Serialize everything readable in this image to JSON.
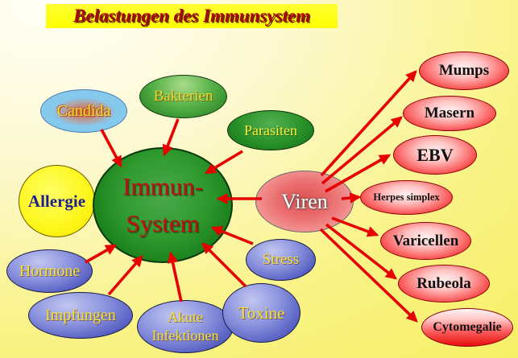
{
  "title": "Belastungen des Immunsystem",
  "center": {
    "line1": "Immun-",
    "line2": "System"
  },
  "factors": {
    "candida": "Candida",
    "bakterien": "Bakterien",
    "parasiten": "Parasiten",
    "allergie": "Allergie",
    "hormone": "Hormone",
    "impfungen": "Impfungen",
    "akute_line1": "Akute",
    "akute_line2": "Infektionen",
    "toxine": "Toxine",
    "stress": "Stress",
    "viren": "Viren"
  },
  "viruses": {
    "mumps": "Mumps",
    "masern": "Masern",
    "ebv": "EBV",
    "herpes": "Herpes simplex",
    "varicellen": "Varicellen",
    "rubeola": "Rubeola",
    "cytomegalie": "Cytomegalie"
  },
  "connections": {
    "to_center": [
      "Candida",
      "Bakterien",
      "Parasiten",
      "Hormone",
      "Impfungen",
      "Akute Infektionen",
      "Toxine",
      "Stress",
      "Viren"
    ],
    "from_viren": [
      "Mumps",
      "Masern",
      "EBV",
      "Herpes simplex",
      "Varicellen",
      "Rubeola",
      "Cytomegalie"
    ]
  },
  "colors": {
    "background_start": "#fffff8",
    "background_end": "#f5ee52",
    "title_bg": "#ffff00",
    "title_text": "#a80808",
    "arrow": "#e60000",
    "center_green": "#2f9a2f",
    "factor_blue": "#4d56bc",
    "bacteria_green": "#5ab44a",
    "candida_blue": "#85c9ed",
    "allergie_yellow": "#fdf618",
    "viren_pink": "#ea6e6e",
    "virus_red": "#ec1414",
    "label_yellow": "#f0e232",
    "label_navy": "#1f1f8f",
    "label_dark_red": "#bc1111"
  }
}
